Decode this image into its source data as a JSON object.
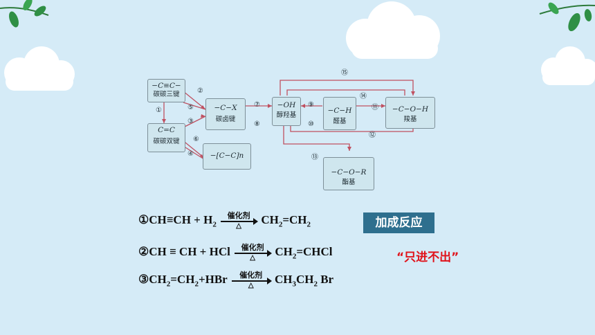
{
  "diagram": {
    "boxes": [
      {
        "formula": "−C≡C−",
        "name": "碳碳三键"
      },
      {
        "formula": "C=C",
        "name": "碳碳双键"
      },
      {
        "formula": "−C−X",
        "name": "碳卤键"
      },
      {
        "formula": "−[C−C]n",
        "name": ""
      },
      {
        "formula": "−OH",
        "name": "醇羟基"
      },
      {
        "formula": "−C−H",
        "name": "醛基"
      },
      {
        "formula": "−C−O−H",
        "name": "羧基"
      },
      {
        "formula": "−C−O−R",
        "name": "酯基"
      }
    ],
    "numbers": [
      "①",
      "②",
      "③",
      "④",
      "⑤",
      "⑥",
      "⑦",
      "⑧",
      "⑨",
      "⑩",
      "⑪",
      "⑫",
      "⑬",
      "⑭",
      "⑮"
    ]
  },
  "equations": [
    {
      "lhs": "①CH≡CH + H",
      "lhs_sub": "2",
      "cond_top": "催化剂",
      "cond_bot": "△",
      "rhs": "CH",
      "rhs_sub": "2",
      "rhs2": "=CH",
      "rhs2_sub": "2"
    },
    {
      "lhs": "②CH ≡ CH + HCl",
      "cond_top": "催化剂",
      "cond_bot": "△",
      "rhs": "CH",
      "rhs_sub": "2",
      "rhs2": "=CHCl"
    },
    {
      "lhs": "③CH",
      "lhs_sub": "2",
      "lhs2": "=CH",
      "lhs2_sub": "2",
      "lhs3": "+HBr",
      "cond_top": "催化剂",
      "cond_bot": "△",
      "rhs": "CH",
      "rhs_sub": "3",
      "rhs2": "CH",
      "rhs2_sub": "2",
      "rhs3": " Br"
    }
  ],
  "tag": "加成反应",
  "note": "“只进不出”"
}
